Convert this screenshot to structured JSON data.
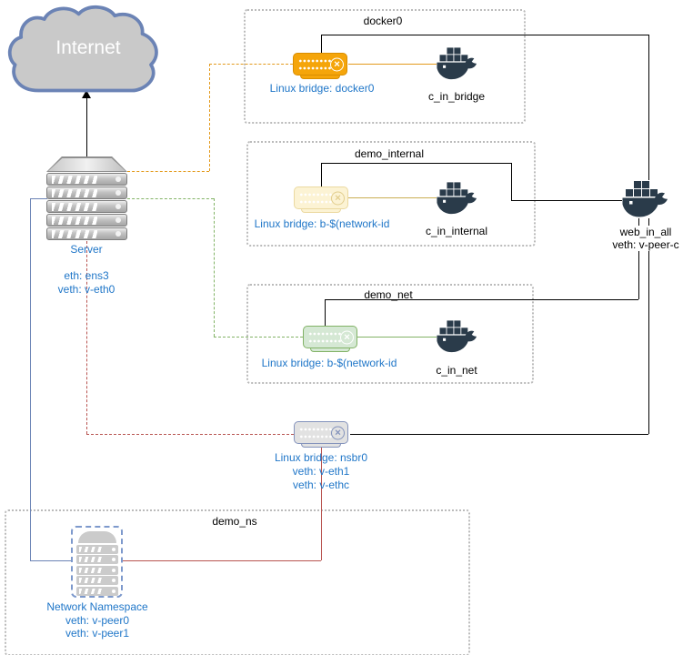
{
  "colors": {
    "text_blue": "#1F76C8",
    "orange": "#E39A1C",
    "orange_fill": "#F5A50A",
    "orange_border": "#D98E00",
    "cream_fill": "#FCF3D4",
    "cream_border": "#EBD9A0",
    "gold_line": "#C9AE53",
    "green": "#82B366",
    "green_fill": "#D5E8D4",
    "red": "#B85450",
    "blue_line": "#6B83B5",
    "whale": "#2A3B4A",
    "gray_fill": "#E2E2E2",
    "gray_border": "#8493BC",
    "box_dotted": "#BBBBBB",
    "ns_dashed": "#7D99CC",
    "cloud_fill": "#C9C9C9",
    "cloud_border": "#6B83B5"
  },
  "cloud": {
    "label": "Internet"
  },
  "server": {
    "label": "Server",
    "lines": [
      "eth: ens3",
      "veth: v-eth0"
    ]
  },
  "groups": {
    "docker0": {
      "title": "docker0",
      "bridge": "Linux bridge: docker0",
      "container": "c_in_bridge"
    },
    "demo_internal": {
      "title": "demo_internal",
      "bridge": "Linux bridge: b-$(network-id",
      "container": "c_in_internal"
    },
    "demo_net": {
      "title": "demo_net",
      "bridge": "Linux bridge: b-$(network-id",
      "container": "c_in_net"
    },
    "demo_ns": {
      "title": "demo_ns",
      "namespace": "Network Namespace",
      "veths": [
        "veth: v-peer0",
        "veth: v-peer1"
      ]
    }
  },
  "web_in_all": {
    "label": "web_in_all",
    "veth": "veth: v-peer-c"
  },
  "nsbr0": {
    "bridge": "Linux bridge: nsbr0",
    "veths": [
      "veth: v-eth1",
      "veth: v-ethc"
    ]
  }
}
